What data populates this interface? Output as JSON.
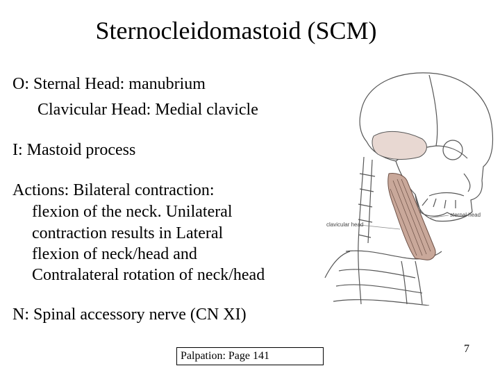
{
  "slide": {
    "title": "Sternocleidomastoid (SCM)",
    "origin_line1": "O: Sternal Head: manubrium",
    "origin_line2": "Clavicular Head: Medial clavicle",
    "insertion": "I: Mastoid process",
    "actions_lines": [
      "Actions:  Bilateral contraction:",
      "flexion of the neck.  Unilateral",
      "contraction results in Lateral",
      "flexion of neck/head and",
      "Contralateral rotation of neck/head"
    ],
    "nerve": "N:  Spinal accessory nerve (CN XI)",
    "palpation": "Palpation:  Page 141",
    "page_number": "7"
  },
  "figure": {
    "labels": {
      "sternal_head": "sternal head",
      "clavicular_head": "clavicular head"
    },
    "colors": {
      "muscle": "#c9a89a",
      "bone_outline": "#555555",
      "highlight": "#e8d8d2"
    }
  }
}
